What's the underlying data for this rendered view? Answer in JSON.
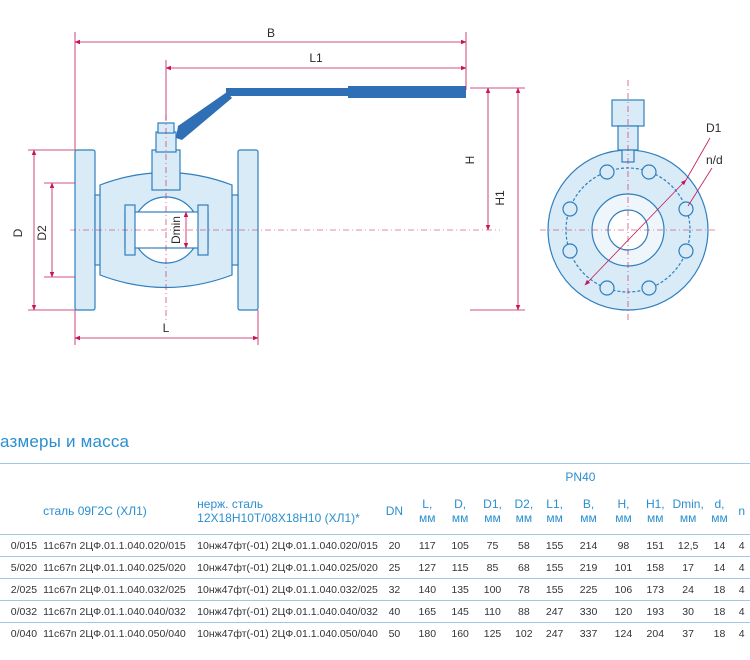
{
  "drawing": {
    "dim_labels": {
      "B": "B",
      "L1": "L1",
      "H": "H",
      "H1": "H1",
      "D": "D",
      "D2": "D2",
      "Dmin": "Dmin",
      "L": "L",
      "D1": "D1",
      "nd": "n/d"
    },
    "colors": {
      "outline": "#2e7fbf",
      "fill": "#d9ebf7",
      "handle": "#2f6fb5",
      "dim_line": "#c2185b"
    }
  },
  "section": {
    "title": "азмеры и масса"
  },
  "table": {
    "group_label": "PN40",
    "headers": {
      "col1": "",
      "col2": "сталь 09Г2С (ХЛ1)",
      "col3_line1": "нерж. сталь",
      "col3_line2": "12Х18Н10Т/08Х18Н10 (ХЛ1)*",
      "dn": "DN",
      "L": [
        "L,",
        "мм"
      ],
      "D": [
        "D,",
        "мм"
      ],
      "D1": [
        "D1,",
        "мм"
      ],
      "D2": [
        "D2,",
        "мм"
      ],
      "L1": [
        "L1,",
        "мм"
      ],
      "B": [
        "B,",
        "мм"
      ],
      "H": [
        "H,",
        "мм"
      ],
      "H1": [
        "H1,",
        "мм"
      ],
      "Dmin": [
        "Dmin,",
        "мм"
      ],
      "d": [
        "d,",
        "мм"
      ],
      "n": "n"
    },
    "rows": [
      {
        "c1": "0/015",
        "c2": "11с67п 2ЦФ.01.1.040.020/015",
        "c3": "10нж47фт(-01) 2ЦФ.01.1.040.020/015",
        "dn": "20",
        "L": "117",
        "D": "105",
        "D1": "75",
        "D2": "58",
        "L1": "155",
        "B": "214",
        "H": "98",
        "H1": "151",
        "Dmin": "12,5",
        "d": "14",
        "n": "4"
      },
      {
        "c1": "5/020",
        "c2": "11с67п 2ЦФ.01.1.040.025/020",
        "c3": "10нж47фт(-01) 2ЦФ.01.1.040.025/020",
        "dn": "25",
        "L": "127",
        "D": "115",
        "D1": "85",
        "D2": "68",
        "L1": "155",
        "B": "219",
        "H": "101",
        "H1": "158",
        "Dmin": "17",
        "d": "14",
        "n": "4"
      },
      {
        "c1": "2/025",
        "c2": "11с67п 2ЦФ.01.1.040.032/025",
        "c3": "10нж47фт(-01) 2ЦФ.01.1.040.032/025",
        "dn": "32",
        "L": "140",
        "D": "135",
        "D1": "100",
        "D2": "78",
        "L1": "155",
        "B": "225",
        "H": "106",
        "H1": "173",
        "Dmin": "24",
        "d": "18",
        "n": "4"
      },
      {
        "c1": "0/032",
        "c2": "11с67п 2ЦФ.01.1.040.040/032",
        "c3": "10нж47фт(-01) 2ЦФ.01.1.040.040/032",
        "dn": "40",
        "L": "165",
        "D": "145",
        "D1": "110",
        "D2": "88",
        "L1": "247",
        "B": "330",
        "H": "120",
        "H1": "193",
        "Dmin": "30",
        "d": "18",
        "n": "4"
      },
      {
        "c1": "0/040",
        "c2": "11с67п 2ЦФ.01.1.040.050/040",
        "c3": "10нж47фт(-01) 2ЦФ.01.1.040.050/040",
        "dn": "50",
        "L": "180",
        "D": "160",
        "D1": "125",
        "D2": "102",
        "L1": "247",
        "B": "337",
        "H": "124",
        "H1": "204",
        "Dmin": "37",
        "d": "18",
        "n": "4"
      }
    ]
  }
}
